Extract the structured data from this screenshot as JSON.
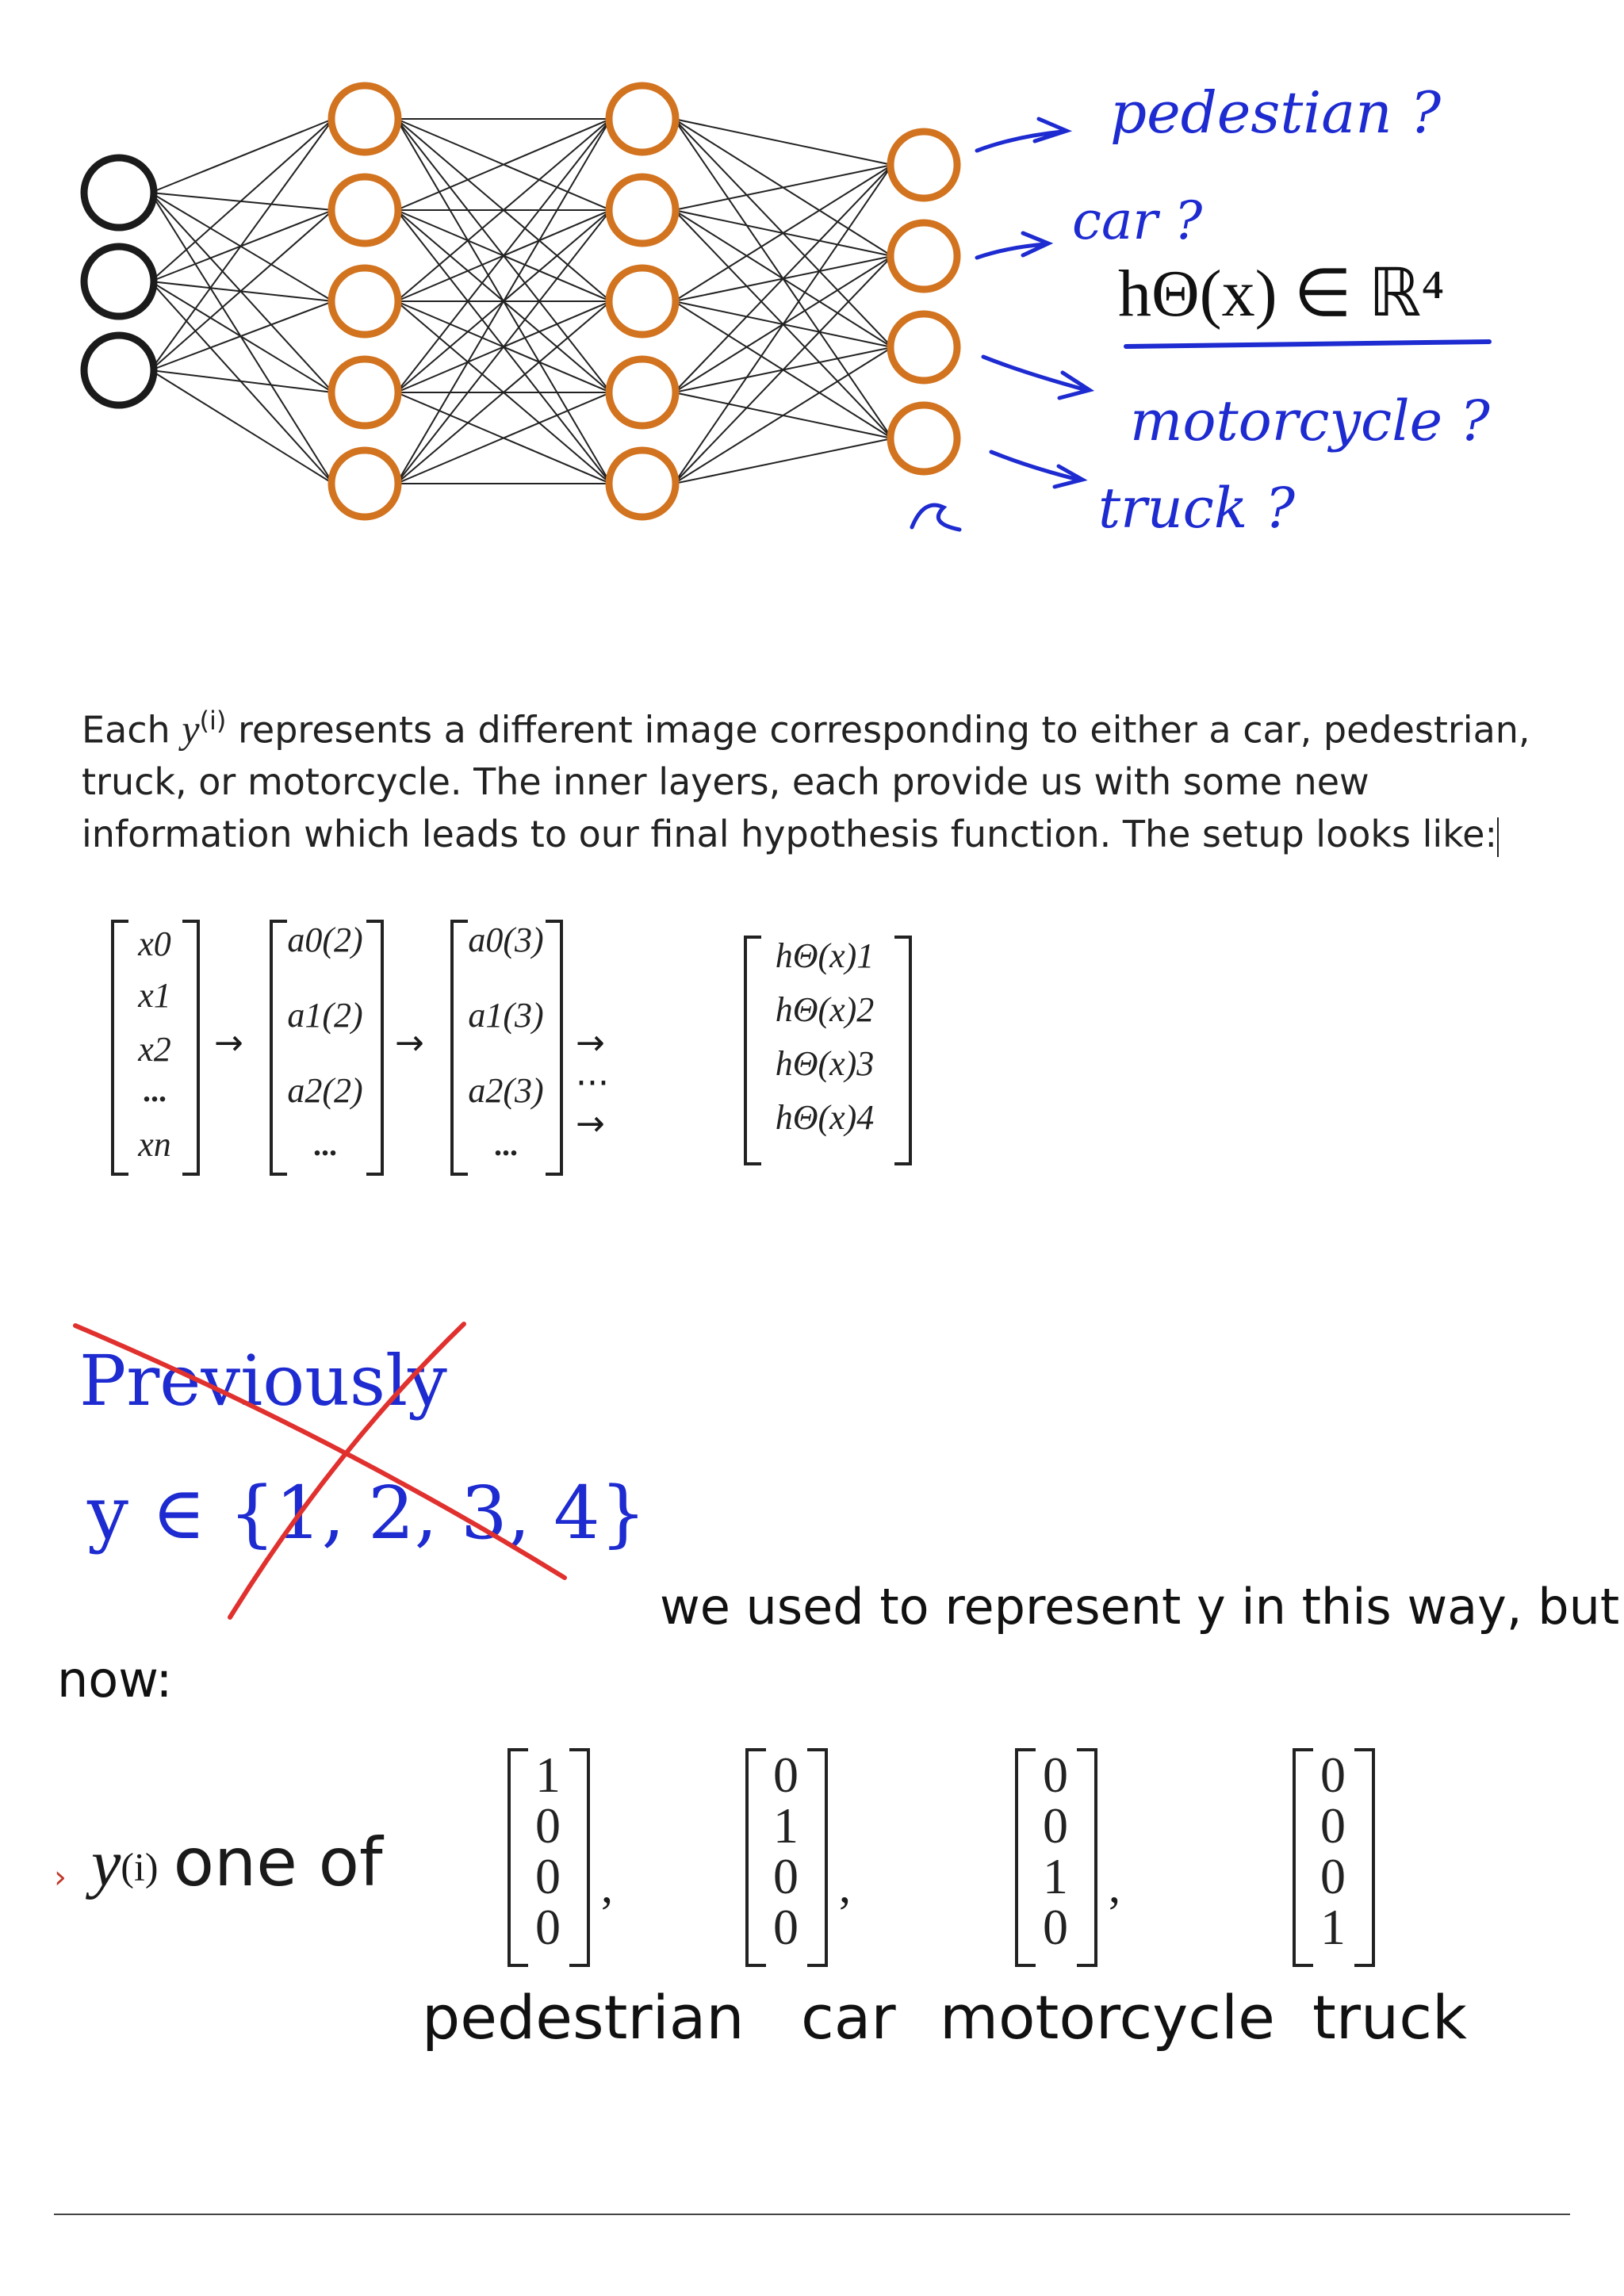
{
  "network": {
    "layers": [
      3,
      5,
      5,
      4
    ],
    "colors": {
      "input": "#1b1b1b",
      "hidden": "#d2731f",
      "edge": "#222222"
    },
    "outputs": [
      {
        "label": "pedestian ?"
      },
      {
        "label": "car ?"
      },
      {
        "label": "motorcycle ?"
      },
      {
        "label": "truck ?"
      }
    ],
    "hypothesis": {
      "text": "hΘ(x) ∈ ℝ⁴"
    }
  },
  "paragraph": {
    "lead": "Each ",
    "y_symbol": "y",
    "superscript": "(i)",
    "text": " represents a different image corresponding to either a car, pedestrian, truck, or motorcycle. The inner layers, each provide us with some new information which leads to our final hypothesis function. The setup looks like:"
  },
  "vectors_row": {
    "input": [
      "x0",
      "x1",
      "x2",
      "...",
      "xn"
    ],
    "layer2": [
      "a0(2)",
      "a1(2)",
      "a2(2)",
      "..."
    ],
    "layer3": [
      "a0(3)",
      "a1(3)",
      "a2(3)",
      "..."
    ],
    "ellipsis": "→ ··· →",
    "output": [
      "hΘ(x)1",
      "hΘ(x)2",
      "hΘ(x)3",
      "hΘ(x)4"
    ]
  },
  "previously": {
    "word": "Previously",
    "set": "y ∈ {1, 2, 3, 4}",
    "cross_color": "#e0312f",
    "ink_color": "#1d2bd0"
  },
  "caption": {
    "line1": "we used to represent y in this way, but",
    "line2": "now:"
  },
  "onehot": {
    "prefix_y": "y",
    "prefix_sup": "(i)",
    "prefix_text": "one of",
    "vectors": [
      {
        "values": [
          "1",
          "0",
          "0",
          "0"
        ],
        "label": "pedestrian"
      },
      {
        "values": [
          "0",
          "1",
          "0",
          "0"
        ],
        "label": "car"
      },
      {
        "values": [
          "0",
          "0",
          "1",
          "0"
        ],
        "label": "motorcycle"
      },
      {
        "values": [
          "0",
          "0",
          "0",
          "1"
        ],
        "label": "truck"
      }
    ]
  }
}
